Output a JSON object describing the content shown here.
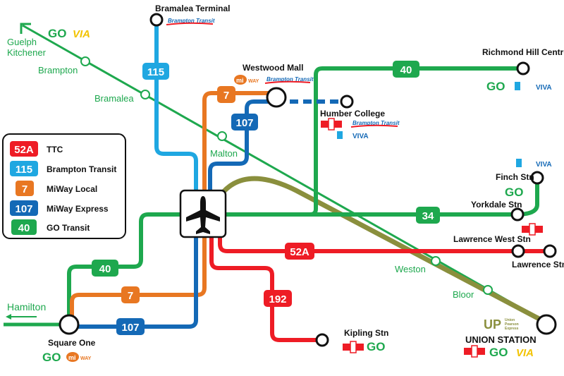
{
  "colors": {
    "ttc": "#ee1c25",
    "brampton": "#1fa7e1",
    "miway_local": "#e87722",
    "miway_express": "#1469b6",
    "go": "#1ea84e",
    "up": "#8a8f3d",
    "go_rail": "#1ea84e"
  },
  "routes": {
    "r115": "115",
    "r7": "7",
    "r107": "107",
    "r40": "40",
    "r34": "34",
    "r52a": "52A",
    "r192": "192"
  },
  "stations": {
    "bramalea_terminal": "Bramalea Terminal",
    "westwood_mall": "Westwood Mall",
    "humber_college": "Humber College",
    "richmond_hill": "Richmond Hill Centre",
    "finch": "Finch Stn",
    "yorkdale": "Yorkdale Stn",
    "lawrence_west": "Lawrence West Stn",
    "lawrence": "Lawrence Stn",
    "kipling": "Kipling Stn",
    "square_one": "Square One",
    "union": "UNION STATION",
    "hamilton": "Hamilton",
    "guelph": "Guelph",
    "kitchener": "Kitchener",
    "brampton": "Brampton",
    "bramalea": "Bramalea",
    "malton": "Malton",
    "weston": "Weston",
    "bloor": "Bloor"
  },
  "legend": [
    {
      "code": "52A",
      "label": "TTC",
      "color": "#ee1c25"
    },
    {
      "code": "115",
      "label": "Brampton Transit",
      "color": "#1fa7e1"
    },
    {
      "code": "7",
      "label": "MiWay Local",
      "color": "#e87722"
    },
    {
      "code": "107",
      "label": "MiWay Express",
      "color": "#1469b6"
    },
    {
      "code": "40",
      "label": "GO Transit",
      "color": "#1ea84e"
    }
  ],
  "logos": {
    "go": "GO",
    "via": "VIA",
    "viva": "VIVA",
    "miway_mi": "mi",
    "miway_way": "WAY",
    "brampton_transit": "Brampton Transit",
    "up": "UP",
    "up_sub1": "Union",
    "up_sub2": "Pearson",
    "up_sub3": "Express"
  },
  "icons": [
    "airport-icon",
    "ttc-icon",
    "go-icon",
    "via-icon",
    "viva-icon",
    "miway-icon",
    "brampton-transit-icon",
    "up-express-icon",
    "arrow-icon"
  ]
}
